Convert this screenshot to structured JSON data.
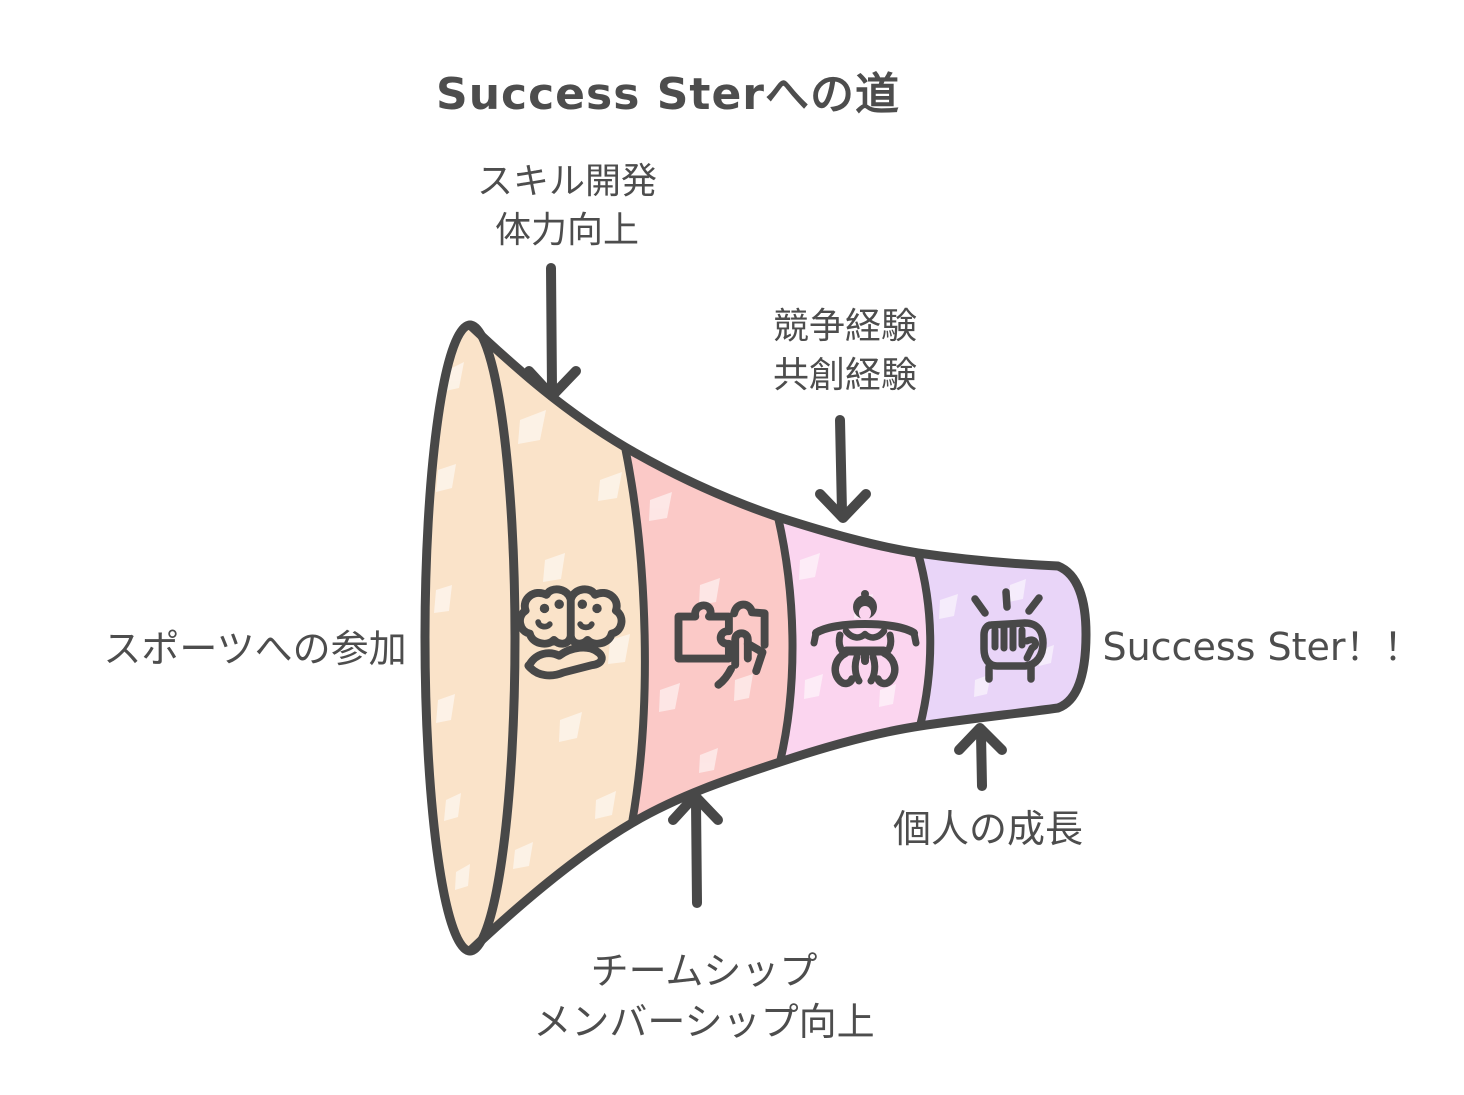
{
  "title": "Success Sterへの道",
  "colors": {
    "stroke": "#484848",
    "text": "#4d4d4d",
    "background": "#ffffff"
  },
  "funnel": {
    "entry_label": "スポーツへの参加",
    "result_label": "Success Ster！！",
    "stages": [
      {
        "id": "stage-1",
        "icon": "brain-in-hand-icon",
        "annotation_line1": "スキル開発",
        "annotation_line2": "体力向上",
        "annotation_position": "top-left",
        "color": "#fae3c9"
      },
      {
        "id": "stage-2",
        "icon": "puzzle-hand-icon",
        "annotation_line1": "チームシップ",
        "annotation_line2": "メンバーシップ向上",
        "annotation_position": "bottom-left",
        "color": "#fbc9c7"
      },
      {
        "id": "stage-3",
        "icon": "sumo-wrestler-icon",
        "annotation_line1": "競争経験",
        "annotation_line2": "共創経験",
        "annotation_position": "top-right",
        "color": "#fbd5ef"
      },
      {
        "id": "stage-4",
        "icon": "raised-fist-icon",
        "annotation_line1": "個人の成長",
        "annotation_line2": "",
        "annotation_position": "bottom-right",
        "color": "#e9d5f8"
      }
    ]
  }
}
